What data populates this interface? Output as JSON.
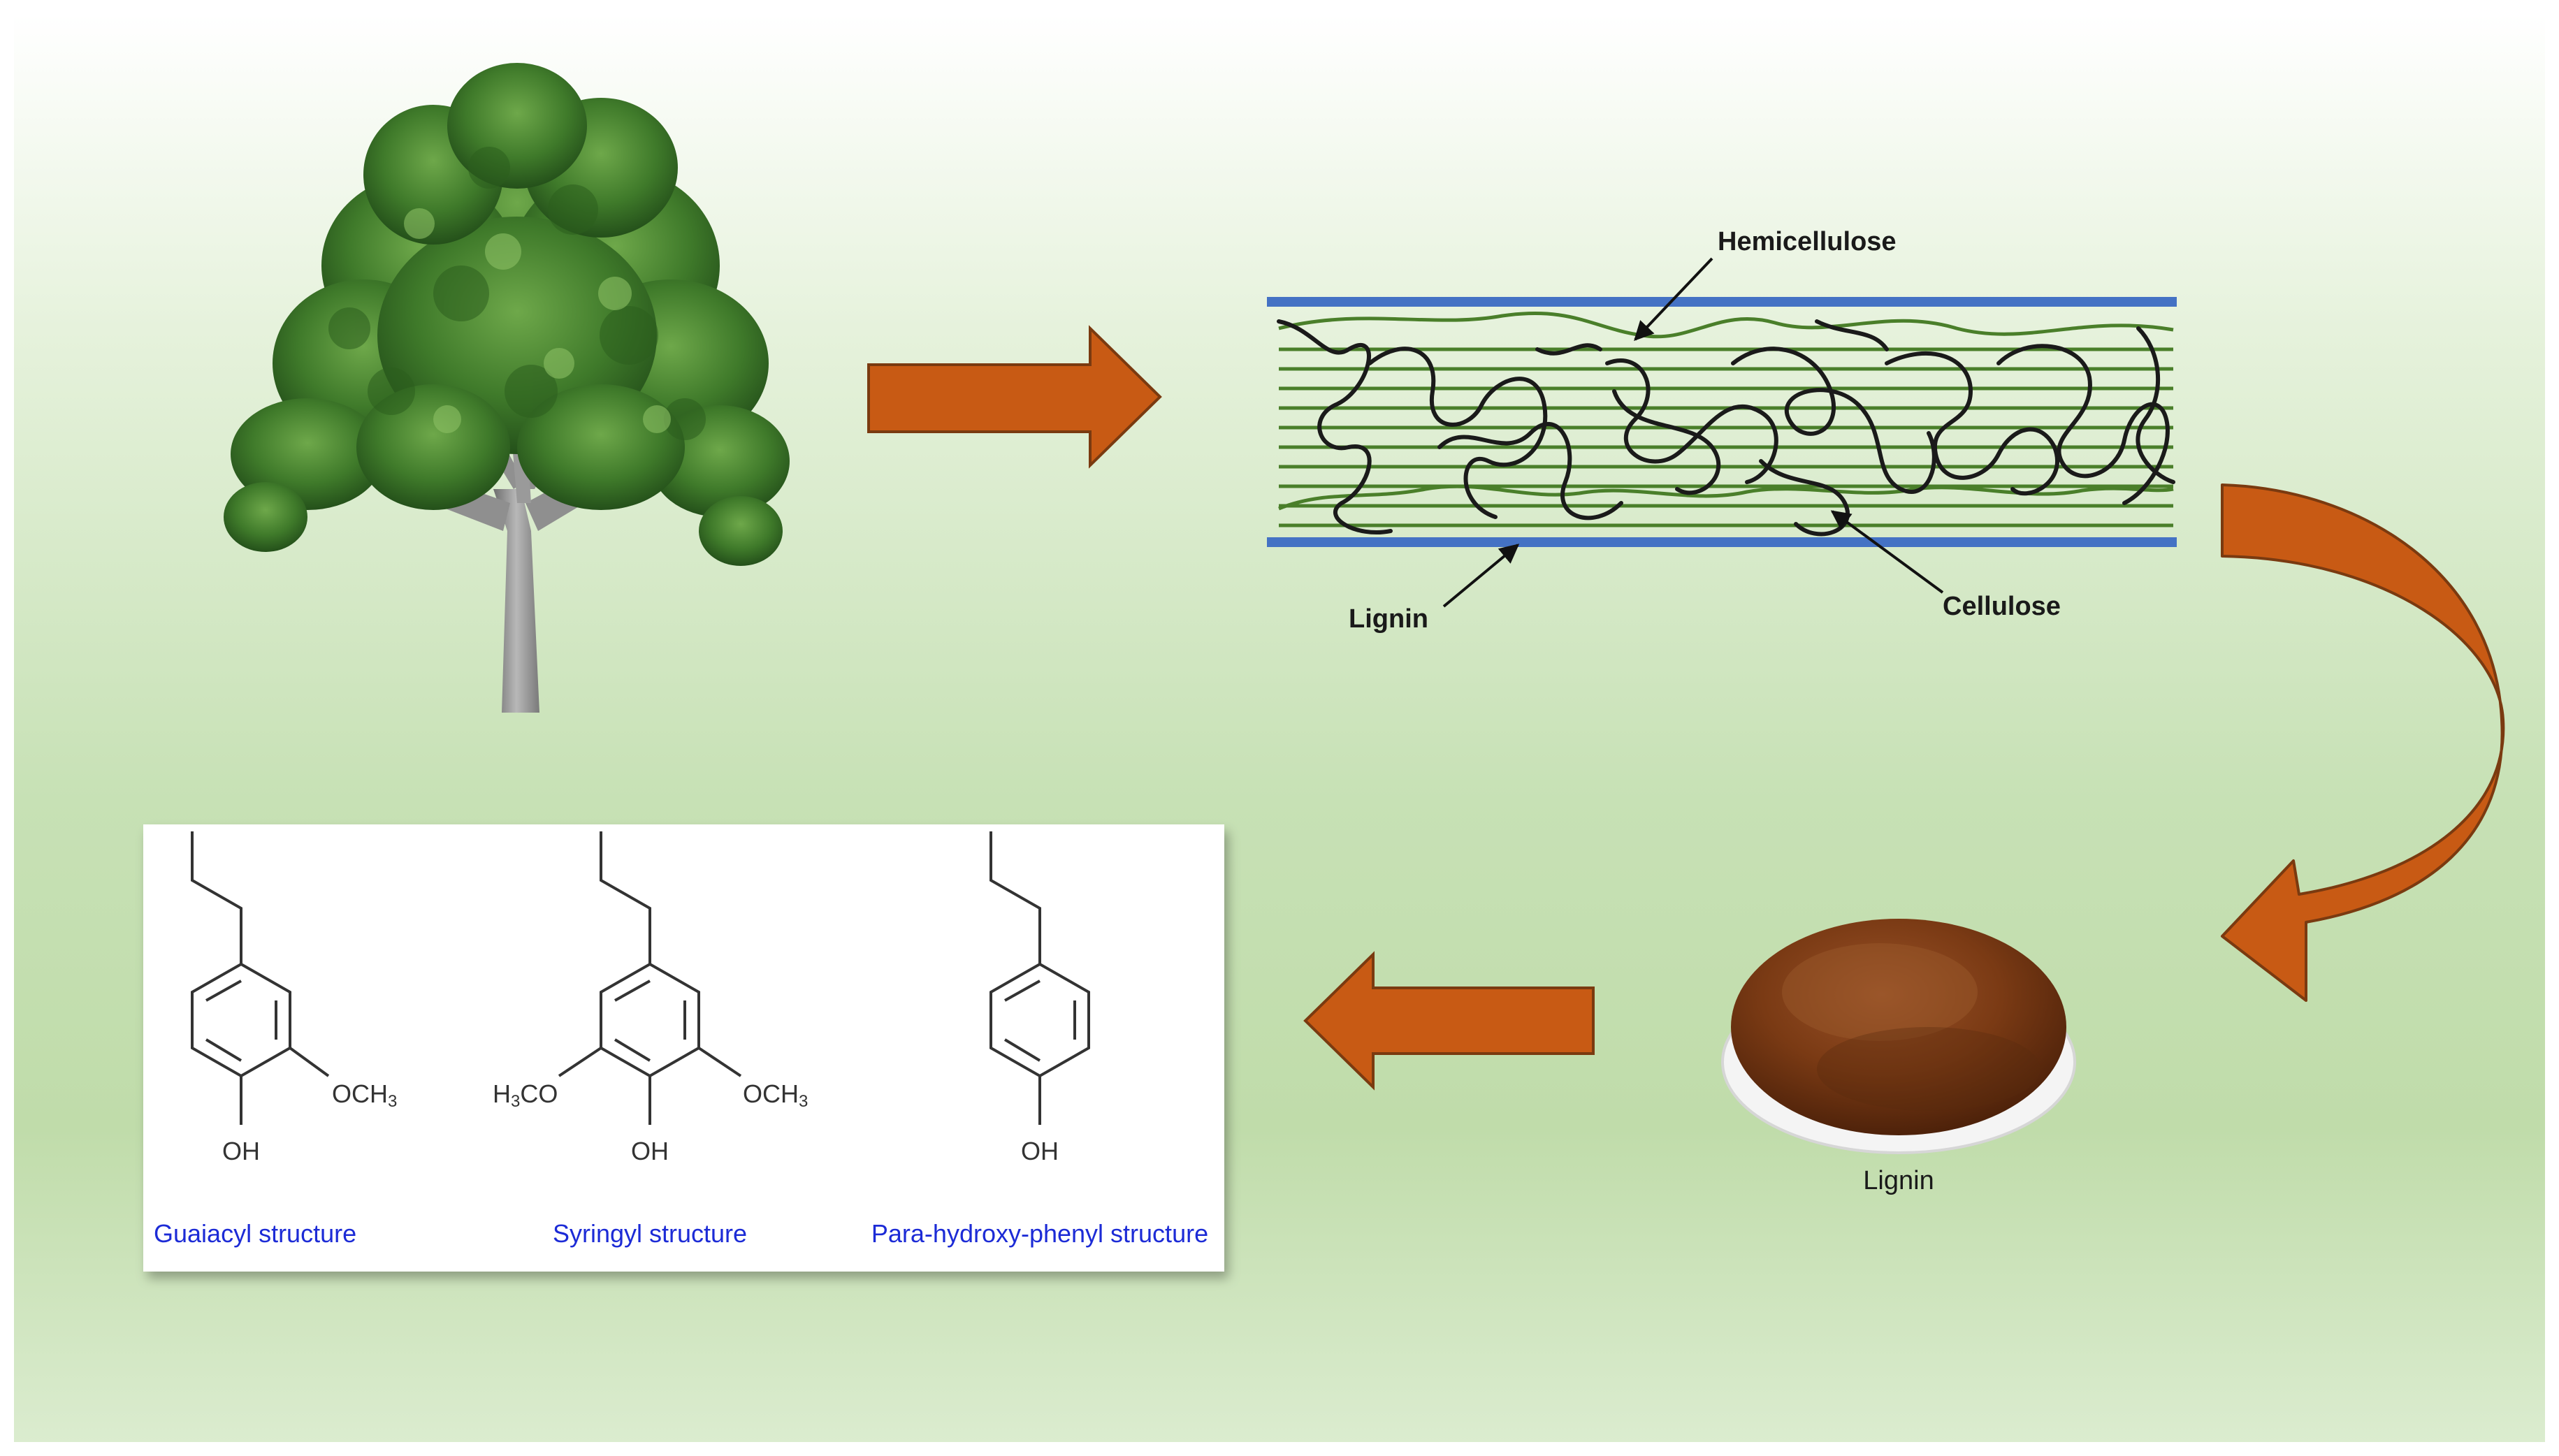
{
  "labels": {
    "hemicellulose": "Hemicellulose",
    "lignin_fiber": "Lignin",
    "cellulose": "Cellulose",
    "lignin_powder": "Lignin"
  },
  "structures": [
    {
      "name": "Guaiacyl structure",
      "right_group": "OCH",
      "right_sub": "3",
      "bottom_group": "OH"
    },
    {
      "name": "Syringyl structure",
      "left_group_h": "H",
      "left_sub": "3",
      "left_group_rest": "CO",
      "right_group": "OCH",
      "right_sub": "3",
      "bottom_group": "OH"
    },
    {
      "name": "Para-hydroxy-phenyl structure",
      "bottom_group": "OH"
    }
  ],
  "colors": {
    "arrow_fill": "#c85a14",
    "arrow_stroke": "#7a3a10",
    "rail_blue": "#4472c4",
    "cellulose_green": "#4a7f2a",
    "lignin_black": "#1a1a1a",
    "powder_brown": "#7a3a14",
    "structure_label_blue": "#1c2bd6"
  },
  "icons": [
    "tree-icon",
    "lignin-powder-icon"
  ]
}
